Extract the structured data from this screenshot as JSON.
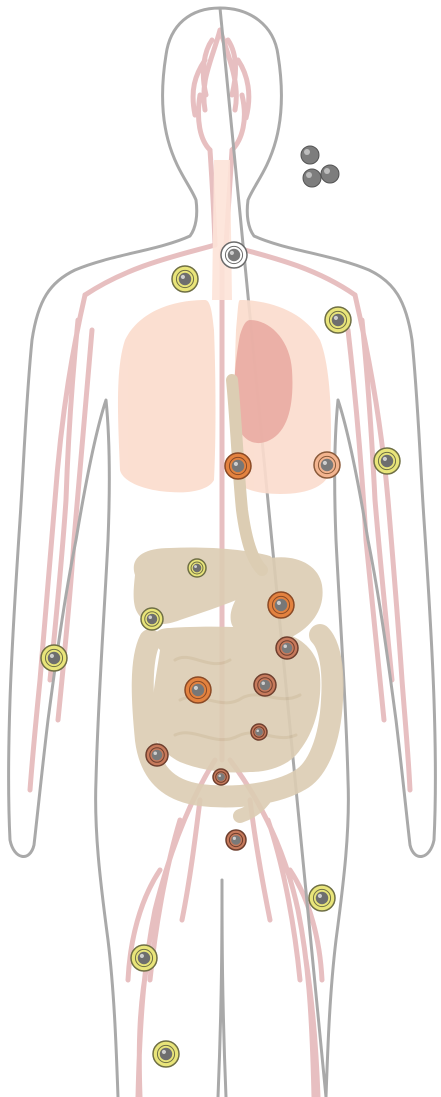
{
  "figure": {
    "colors": {
      "background": "#ffffff",
      "outline": "#a9a9a9",
      "vessel": "#e3b4b6",
      "lungs": "#fbdccd",
      "heart": "#e7a8a0",
      "trachea": "#fde3d8",
      "digestive": "#dccdb3",
      "digestive_dark": "#cdbb9c"
    },
    "lymph_cluster": {
      "icon": "lymph-node-cluster-icon",
      "color": "#7d7d7d",
      "count": 3
    },
    "marker_styles": {
      "white": {
        "ring": "#ffffff",
        "edge": "#6b6b6b",
        "core": "#7a7a7a"
      },
      "yellow": {
        "ring": "#e9e57a",
        "edge": "#6f6f45",
        "core": "#6e6e6e"
      },
      "orange": {
        "ring": "#e3823f",
        "edge": "#8a4a26",
        "core": "#777777"
      },
      "peach": {
        "ring": "#f3b48f",
        "edge": "#8a5a3a",
        "core": "#7a7a7a"
      },
      "brown": {
        "ring": "#c77a5c",
        "edge": "#6e3f2e",
        "core": "#7a7a7a"
      }
    },
    "markers": [
      {
        "id": "neck",
        "style": "white"
      },
      {
        "id": "left-shoulder",
        "style": "yellow"
      },
      {
        "id": "right-shoulder",
        "style": "yellow"
      },
      {
        "id": "right-arm",
        "style": "yellow"
      },
      {
        "id": "left-forearm",
        "style": "yellow"
      },
      {
        "id": "lower-esophagus",
        "style": "orange"
      },
      {
        "id": "right-lung",
        "style": "peach"
      },
      {
        "id": "liver",
        "style": "yellow"
      },
      {
        "id": "liver-lower",
        "style": "yellow"
      },
      {
        "id": "stomach",
        "style": "orange"
      },
      {
        "id": "colon-right-upper",
        "style": "brown"
      },
      {
        "id": "small-intestine-left",
        "style": "orange"
      },
      {
        "id": "small-intestine-right",
        "style": "brown"
      },
      {
        "id": "colon-left",
        "style": "brown"
      },
      {
        "id": "small-intestine-center",
        "style": "brown"
      },
      {
        "id": "sigmoid",
        "style": "brown"
      },
      {
        "id": "rectum",
        "style": "brown"
      },
      {
        "id": "right-thigh",
        "style": "yellow"
      },
      {
        "id": "left-thigh",
        "style": "yellow"
      },
      {
        "id": "left-knee",
        "style": "yellow"
      }
    ]
  }
}
